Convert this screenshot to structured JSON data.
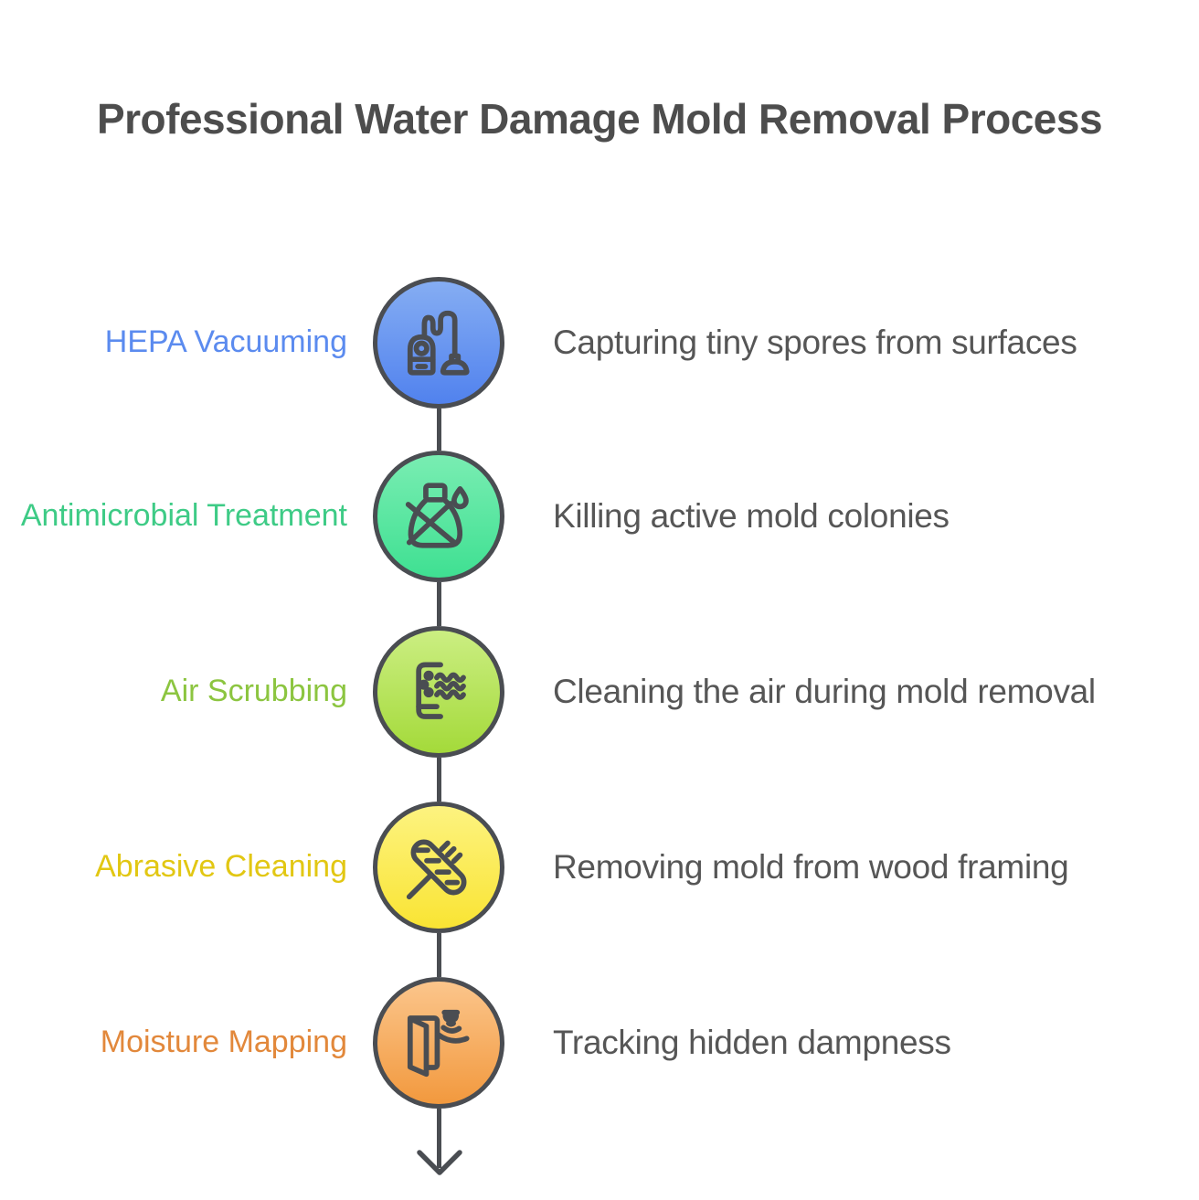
{
  "title": "Professional Water Damage Mold Removal Process",
  "steps": [
    {
      "label": "HEPA Vacuuming",
      "description": "Capturing tiny spores from surfaces",
      "icon": "vacuum-cleaner-icon",
      "label_color": "#5b8bef",
      "circle_gradient": [
        "#85adf3",
        "#5182ee"
      ]
    },
    {
      "label": "Antimicrobial Treatment",
      "description": "Killing active mold colonies",
      "icon": "no-chemical-sprayer-icon",
      "label_color": "#3ecb86",
      "circle_gradient": [
        "#79edb2",
        "#3fe092"
      ]
    },
    {
      "label": "Air Scrubbing",
      "description": "Cleaning the air during mold removal",
      "icon": "air-scrubber-icon",
      "label_color": "#8cc540",
      "circle_gradient": [
        "#cbee82",
        "#a4da3a"
      ]
    },
    {
      "label": "Abrasive Cleaning",
      "description": "Removing mold from wood framing",
      "icon": "sanding-sponge-icon",
      "label_color": "#e2c713",
      "circle_gradient": [
        "#fdf380",
        "#f9e433"
      ]
    },
    {
      "label": "Moisture Mapping",
      "description": "Tracking hidden dampness",
      "icon": "door-moisture-sensor-icon",
      "label_color": "#e2883b",
      "circle_gradient": [
        "#fbc58b",
        "#f2993e"
      ]
    }
  ],
  "colors": {
    "outline": "#4a4d52",
    "title": "#4d4d4d",
    "description": "#565656",
    "background": "#ffffff"
  }
}
